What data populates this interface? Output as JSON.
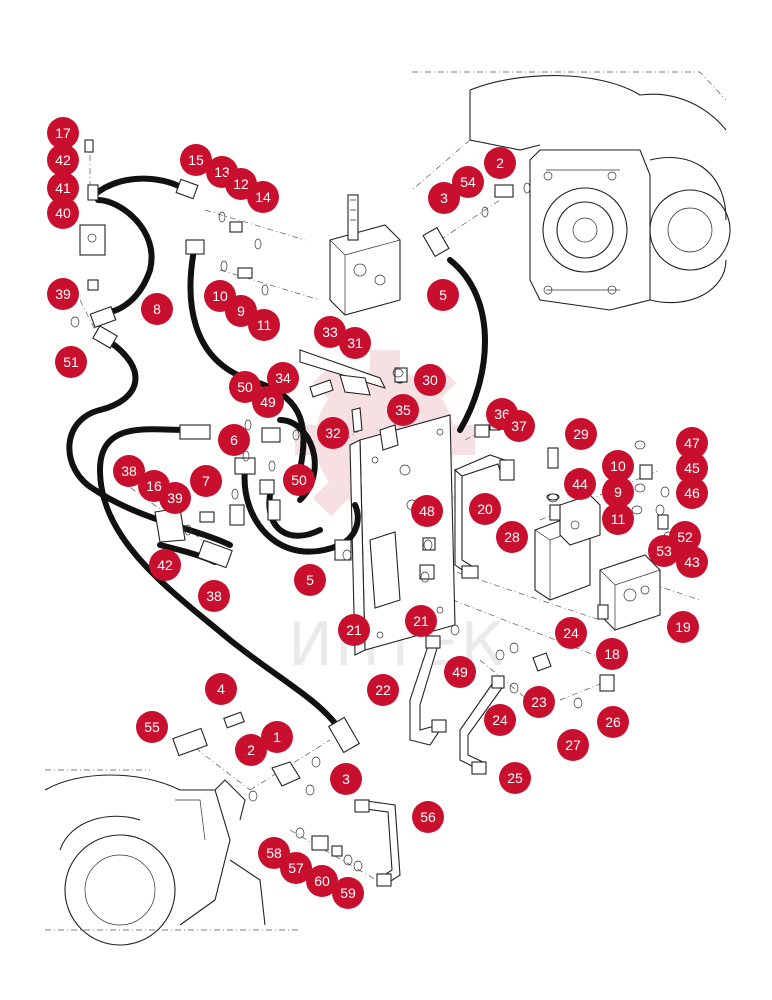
{
  "colors": {
    "callout": "#c8102e",
    "line": "#222222",
    "watermark": "#d9d9d9"
  },
  "watermark": {
    "text": "ИНТЕК"
  },
  "callouts": [
    {
      "label": "17"
    },
    {
      "label": "42"
    },
    {
      "label": "41"
    },
    {
      "label": "40"
    },
    {
      "label": "39"
    },
    {
      "label": "51"
    },
    {
      "label": "15"
    },
    {
      "label": "13"
    },
    {
      "label": "12"
    },
    {
      "label": "14"
    },
    {
      "label": "10"
    },
    {
      "label": "9"
    },
    {
      "label": "11"
    },
    {
      "label": "8"
    },
    {
      "label": "2"
    },
    {
      "label": "54"
    },
    {
      "label": "3"
    },
    {
      "label": "5"
    },
    {
      "label": "33"
    },
    {
      "label": "31"
    },
    {
      "label": "34"
    },
    {
      "label": "30"
    },
    {
      "label": "50"
    },
    {
      "label": "49"
    },
    {
      "label": "35"
    },
    {
      "label": "32"
    },
    {
      "label": "36"
    },
    {
      "label": "37"
    },
    {
      "label": "29"
    },
    {
      "label": "6"
    },
    {
      "label": "50"
    },
    {
      "label": "7"
    },
    {
      "label": "38"
    },
    {
      "label": "16"
    },
    {
      "label": "39"
    },
    {
      "label": "42"
    },
    {
      "label": "38"
    },
    {
      "label": "20"
    },
    {
      "label": "48"
    },
    {
      "label": "44"
    },
    {
      "label": "28"
    },
    {
      "label": "10"
    },
    {
      "label": "47"
    },
    {
      "label": "45"
    },
    {
      "label": "9"
    },
    {
      "label": "46"
    },
    {
      "label": "11"
    },
    {
      "label": "52"
    },
    {
      "label": "53"
    },
    {
      "label": "43"
    },
    {
      "label": "5"
    },
    {
      "label": "21"
    },
    {
      "label": "21"
    },
    {
      "label": "19"
    },
    {
      "label": "18"
    },
    {
      "label": "24"
    },
    {
      "label": "49"
    },
    {
      "label": "22"
    },
    {
      "label": "4"
    },
    {
      "label": "23"
    },
    {
      "label": "24"
    },
    {
      "label": "26"
    },
    {
      "label": "27"
    },
    {
      "label": "55"
    },
    {
      "label": "1"
    },
    {
      "label": "2"
    },
    {
      "label": "3"
    },
    {
      "label": "25"
    },
    {
      "label": "56"
    },
    {
      "label": "58"
    },
    {
      "label": "57"
    },
    {
      "label": "60"
    },
    {
      "label": "59"
    }
  ]
}
